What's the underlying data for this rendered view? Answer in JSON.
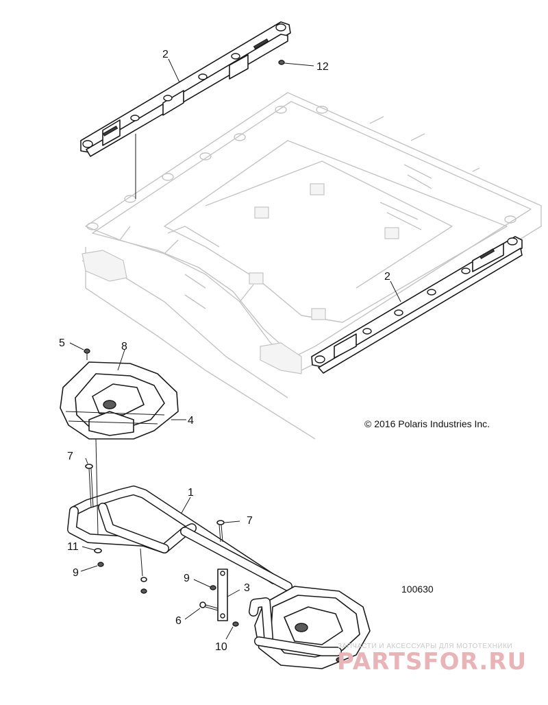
{
  "copyright": "© 2016 Polaris Industries Inc.",
  "reference_number": "100630",
  "watermark": {
    "tagline": "ЗАПЧАСТИ И АКСЕССУАРЫ ДЛЯ МОТОТЕХНИКИ",
    "logo_text": "PARTSFOR.RU"
  },
  "callouts": {
    "c1": "1",
    "c2_top": "2",
    "c2_right": "2",
    "c3": "3",
    "c4": "4",
    "c5": "5",
    "c6": "6",
    "c7_left": "7",
    "c7_right": "7",
    "c8": "8",
    "c9_left": "9",
    "c9_mid": "9",
    "c10": "10",
    "c11": "11",
    "c12": "12"
  }
}
